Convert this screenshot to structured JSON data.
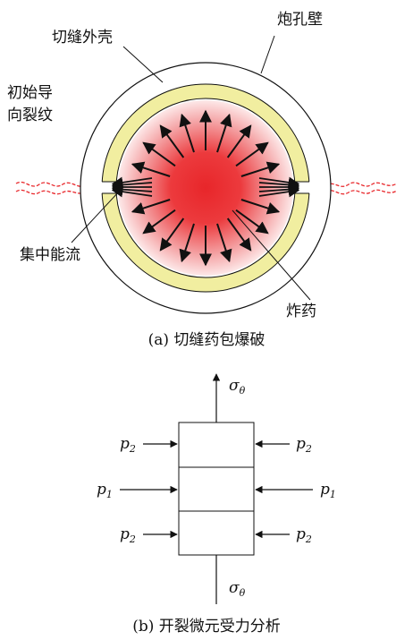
{
  "part_a": {
    "caption": "(a) 切缝药包爆破",
    "labels": {
      "shell": "切缝外壳",
      "borehole_wall": "炮孔壁",
      "initial_crack": [
        "初始导",
        "向裂纹"
      ],
      "energy": "集中能流",
      "explosive": "炸药"
    },
    "colors": {
      "charge_center": "#e8262a",
      "shell_fill": "#f1eea0",
      "crack": "#e8262a"
    }
  },
  "part_b": {
    "caption": "(b) 开裂微元受力分析",
    "stress_top": {
      "sym": "σ",
      "sub": "θ"
    },
    "stress_bottom": {
      "sym": "σ",
      "sub": "θ"
    },
    "forces": {
      "upper_left": {
        "sym": "p",
        "sub": "2"
      },
      "upper_right": {
        "sym": "p",
        "sub": "2"
      },
      "middle_left": {
        "sym": "p",
        "sub": "1"
      },
      "middle_right": {
        "sym": "p",
        "sub": "1"
      },
      "lower_left": {
        "sym": "p",
        "sub": "2"
      },
      "lower_right": {
        "sym": "p",
        "sub": "2"
      }
    }
  }
}
